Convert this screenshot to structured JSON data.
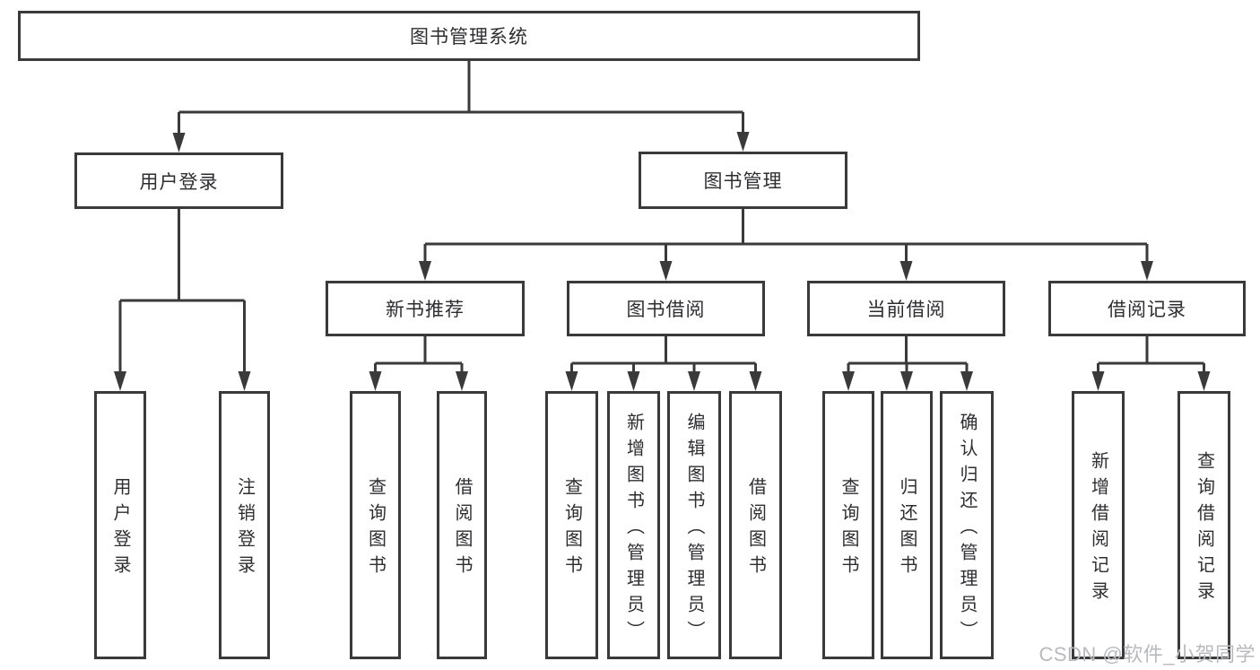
{
  "diagram": {
    "nodes": {
      "root": {
        "label": "图书管理系统"
      },
      "user_login": {
        "label": "用户登录"
      },
      "book_mgmt": {
        "label": "图书管理"
      },
      "new_book_rec": {
        "label": "新书推荐"
      },
      "book_borrow": {
        "label": "图书借阅"
      },
      "current_borrow": {
        "label": "当前借阅"
      },
      "borrow_record": {
        "label": "借阅记录"
      },
      "ul_login": {
        "label": "用户登录"
      },
      "ul_logout": {
        "label": "注销登录"
      },
      "nb_query": {
        "label": "查询图书"
      },
      "nb_borrow": {
        "label": "借阅图书"
      },
      "bb_query": {
        "label": "查询图书"
      },
      "bb_add": {
        "label": "新增图书（管理员）"
      },
      "bb_edit": {
        "label": "编辑图书（管理员）"
      },
      "bb_borrow": {
        "label": "借阅图书"
      },
      "cb_query": {
        "label": "查询图书"
      },
      "cb_return": {
        "label": "归还图书"
      },
      "cb_confirm": {
        "label": "确认归还（管理员）"
      },
      "br_add": {
        "label": "新增借阅记录"
      },
      "br_query": {
        "label": "查询借阅记录"
      }
    },
    "edges": [
      [
        "root",
        "user_login"
      ],
      [
        "root",
        "book_mgmt"
      ],
      [
        "user_login",
        "ul_login"
      ],
      [
        "user_login",
        "ul_logout"
      ],
      [
        "book_mgmt",
        "new_book_rec"
      ],
      [
        "book_mgmt",
        "book_borrow"
      ],
      [
        "book_mgmt",
        "current_borrow"
      ],
      [
        "book_mgmt",
        "borrow_record"
      ],
      [
        "new_book_rec",
        "nb_query"
      ],
      [
        "new_book_rec",
        "nb_borrow"
      ],
      [
        "book_borrow",
        "bb_query"
      ],
      [
        "book_borrow",
        "bb_add"
      ],
      [
        "book_borrow",
        "bb_edit"
      ],
      [
        "book_borrow",
        "bb_borrow"
      ],
      [
        "current_borrow",
        "cb_query"
      ],
      [
        "current_borrow",
        "cb_return"
      ],
      [
        "current_borrow",
        "cb_confirm"
      ],
      [
        "borrow_record",
        "br_add"
      ],
      [
        "borrow_record",
        "br_query"
      ]
    ]
  },
  "watermark": {
    "text": "CSDN @软件_小贺同学",
    "color": "#b9babd"
  },
  "colors": {
    "line": "#3a3a3a",
    "box_border": "#3a3a3a",
    "box_bg": "#ffffff",
    "text": "#2e2e31",
    "background": "#ffffff"
  }
}
